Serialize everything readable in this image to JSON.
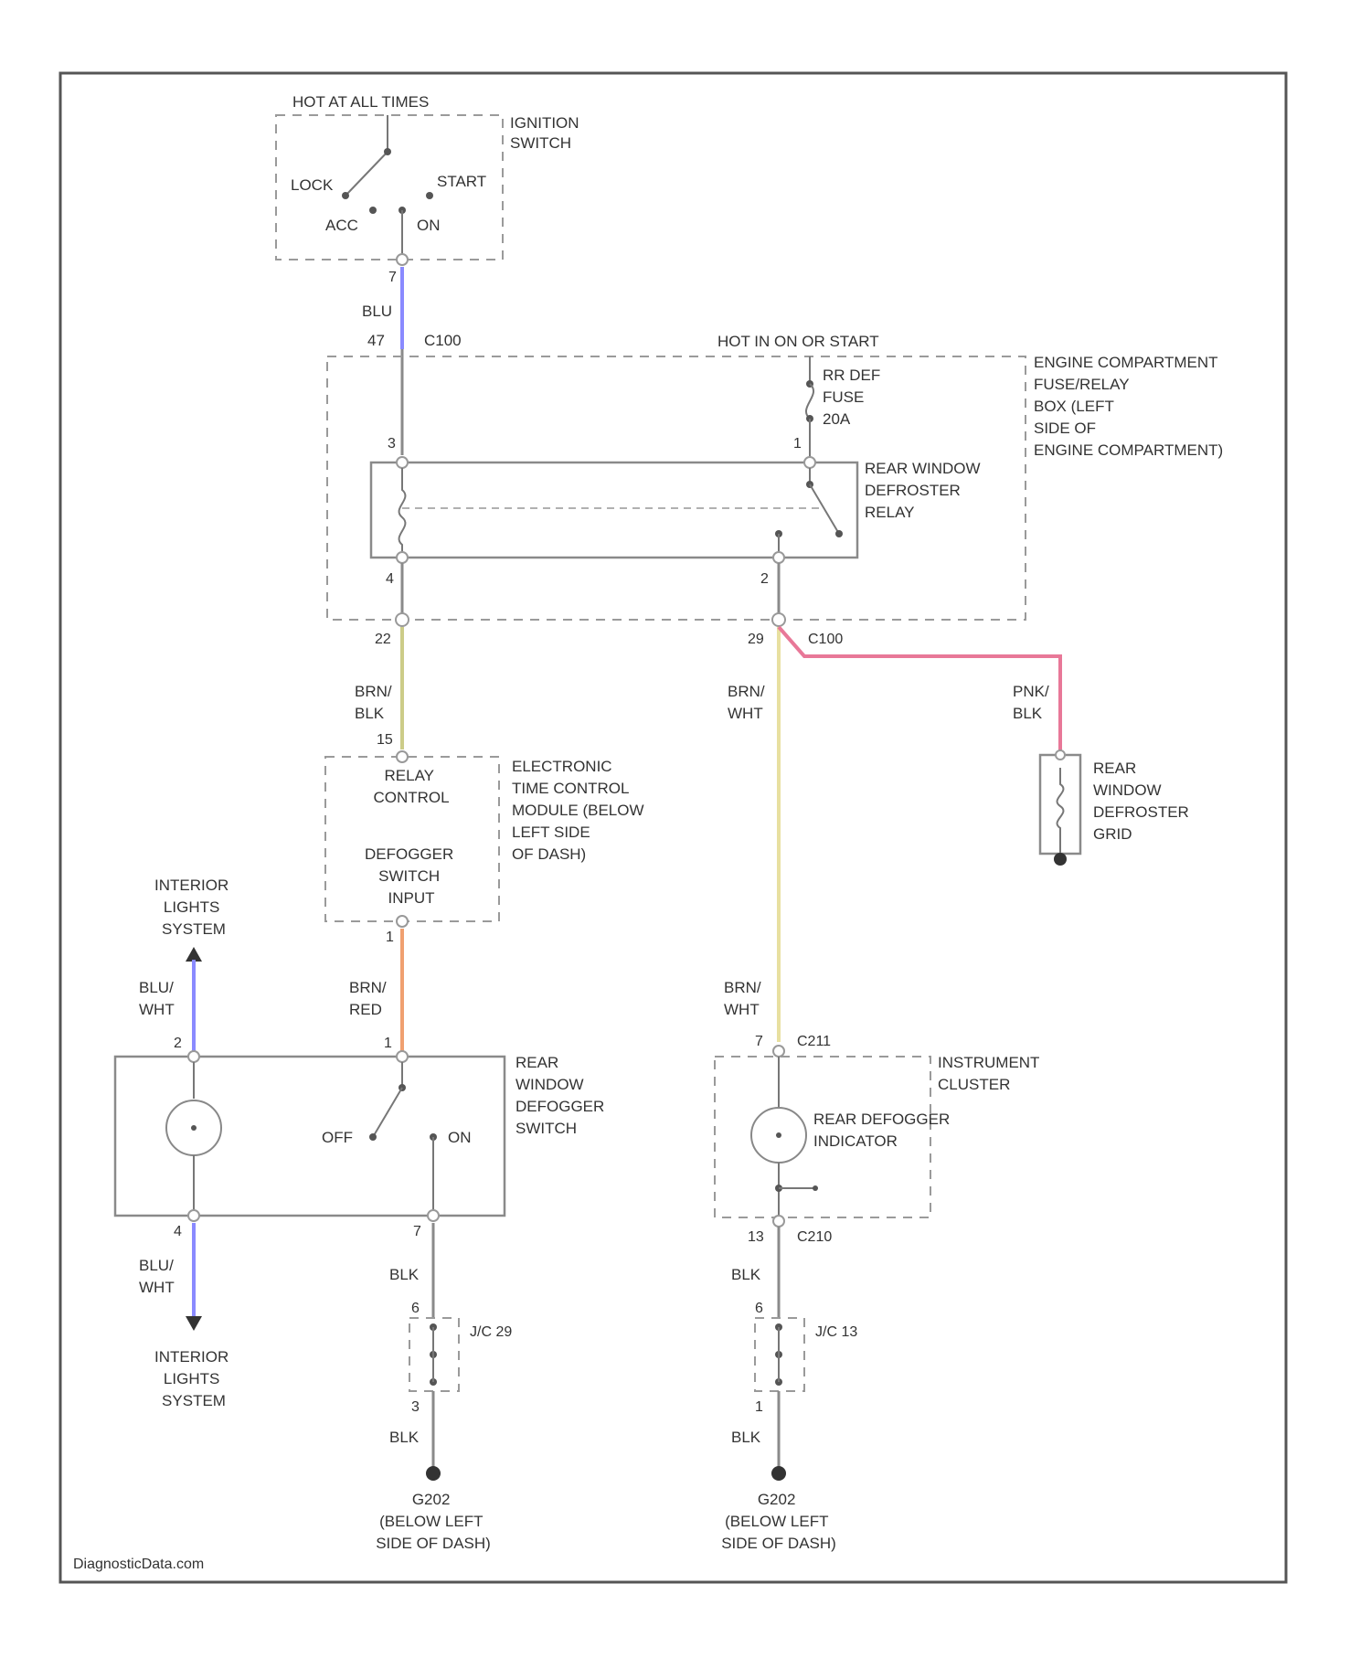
{
  "colors": {
    "blu": "#8a8aff",
    "brn_blk": "#cccc88",
    "brn_red": "#f0a070",
    "brn_wht": "#e8e0a0",
    "pnk_blk": "#e87898",
    "frame": "#555555",
    "wire_gray": "#8a8a8a"
  },
  "ignition": {
    "hot_label": "HOT AT ALL TIMES",
    "name": [
      "IGNITION",
      "SWITCH"
    ],
    "lock": "LOCK",
    "start": "START",
    "acc": "ACC",
    "on": "ON",
    "pin": "7"
  },
  "wire_blu": {
    "color": "BLU",
    "pin": "47",
    "connector": "C100"
  },
  "fuse_box": {
    "hot_label": "HOT IN ON OR START",
    "name": [
      "ENGINE COMPARTMENT",
      "FUSE/RELAY",
      "BOX (LEFT",
      "SIDE OF",
      "ENGINE COMPARTMENT)"
    ],
    "fuse": [
      "RR DEF",
      "FUSE",
      "20A"
    ],
    "relay_name": [
      "REAR WINDOW",
      "DEFROSTER",
      "RELAY"
    ],
    "relay_pin_top_left": "3",
    "relay_pin_top_right": "1",
    "relay_pin_bot_left": "4",
    "relay_pin_bot_right": "2",
    "conn_left_pin": "22",
    "conn_right_pin": "29",
    "conn_right": "C100"
  },
  "wire_brn_blk": {
    "color": [
      "BRN/",
      "BLK"
    ],
    "pin": "15"
  },
  "wire_brn_wht_upper": {
    "color": [
      "BRN/",
      "WHT"
    ]
  },
  "wire_pnk_blk": {
    "color": [
      "PNK/",
      "BLK"
    ]
  },
  "grid": {
    "name": [
      "REAR",
      "WINDOW",
      "DEFROSTER",
      "GRID"
    ]
  },
  "etcm": {
    "name": [
      "ELECTRONIC",
      "TIME CONTROL",
      "MODULE (BELOW",
      "LEFT SIDE",
      "OF DASH)"
    ],
    "relay_control": [
      "RELAY",
      "CONTROL"
    ],
    "switch_input": [
      "DEFOGGER",
      "SWITCH",
      "INPUT"
    ],
    "pin_bottom": "1"
  },
  "interior_top": [
    "INTERIOR",
    "LIGHTS",
    "SYSTEM"
  ],
  "interior_bottom": [
    "INTERIOR",
    "LIGHTS",
    "SYSTEM"
  ],
  "wire_blu_wht_top": {
    "color": [
      "BLU/",
      "WHT"
    ]
  },
  "wire_brn_red": {
    "color": [
      "BRN/",
      "RED"
    ]
  },
  "wire_brn_wht_lower": {
    "color": [
      "BRN/",
      "WHT"
    ]
  },
  "wire_blu_wht_bottom": {
    "color": [
      "BLU/",
      "WHT"
    ]
  },
  "switch": {
    "name": [
      "REAR",
      "WINDOW",
      "DEFOGGER",
      "SWITCH"
    ],
    "off": "OFF",
    "on": "ON",
    "pin_top_left": "2",
    "pin_top_right": "1",
    "pin_bot_left": "4",
    "pin_bot_right": "7"
  },
  "cluster": {
    "name": [
      "INSTRUMENT",
      "CLUSTER"
    ],
    "indicator": [
      "REAR DEFOGGER",
      "INDICATOR"
    ],
    "pin_top": "7",
    "conn_top": "C211",
    "pin_bot": "13",
    "conn_bot": "C210"
  },
  "ground_left": {
    "wire_top": "BLK",
    "pin_top": "6",
    "jc": "J/C 29",
    "pin_bot": "3",
    "wire_bot": "BLK",
    "ground": [
      "G202",
      "(BELOW LEFT",
      "SIDE OF DASH)"
    ]
  },
  "ground_right": {
    "wire_top": "BLK",
    "pin_top": "6",
    "jc": "J/C 13",
    "pin_bot": "1",
    "wire_bot": "BLK",
    "ground": [
      "G202",
      "(BELOW LEFT",
      "SIDE OF DASH)"
    ]
  },
  "watermark": "DiagnosticData.com"
}
